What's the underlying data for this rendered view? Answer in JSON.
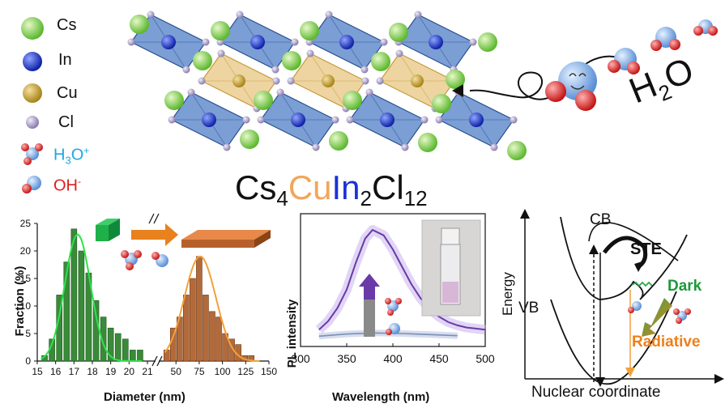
{
  "legend": [
    {
      "label": "Cs",
      "color": "#7ccf4b"
    },
    {
      "label": "In",
      "color": "#1f3fd9"
    },
    {
      "label": "Cu",
      "color": "#c9a232"
    },
    {
      "label": "Cl",
      "color": "#a89bc4"
    }
  ],
  "ions": {
    "h3o_main": "H",
    "h3o_sub": "3",
    "h3o_tail": "O",
    "h3o_sup": "+",
    "h3o_color": "#1ea7e0",
    "oh_main": "OH",
    "oh_sup": "-",
    "oh_color": "#e01d1d"
  },
  "water": {
    "main": "H",
    "sub": "2",
    "tail": "O"
  },
  "formula": {
    "cs": "Cs",
    "cs_n": "4",
    "cu": "Cu",
    "in": "In",
    "in_n": "2",
    "cl": "Cl",
    "cl_n": "12",
    "cu_color": "#f2a65a",
    "in_color": "#1a32d6"
  },
  "chart_data": [
    {
      "type": "bar",
      "panel": "size distribution",
      "xlabel": "Diameter (nm)",
      "ylabel": "Fraction (%)",
      "ylim": [
        0,
        25
      ],
      "yticks": [
        "0",
        "5",
        "10",
        "15",
        "20",
        "25"
      ],
      "series": [
        {
          "color": "#3a8a3a",
          "xticks": [
            "15",
            "16",
            "17",
            "18",
            "19",
            "20",
            "21"
          ],
          "x": [
            15.4,
            15.8,
            16.2,
            16.6,
            17.0,
            17.4,
            17.8,
            18.2,
            18.6,
            19.0,
            19.4,
            19.8,
            20.2,
            20.6
          ],
          "values": [
            1,
            4,
            12,
            18,
            24,
            20,
            16,
            11,
            8,
            6,
            5,
            4,
            2,
            2
          ]
        },
        {
          "color": "#b36a3a",
          "xticks": [
            "50",
            "75",
            "100",
            "125",
            "150"
          ],
          "x": [
            40,
            47,
            54,
            61,
            68,
            75,
            82,
            89,
            96,
            103,
            110,
            117,
            124,
            131
          ],
          "values": [
            2,
            6,
            8,
            12,
            15,
            19,
            12,
            9,
            8,
            5,
            4,
            3,
            1,
            1
          ]
        }
      ]
    },
    {
      "type": "line",
      "panel": "photoluminescence",
      "xlabel": "Wavelength (nm)",
      "ylabel": "PL intensity",
      "xlim": [
        300,
        500
      ],
      "xticks": [
        "300",
        "350",
        "400",
        "450",
        "500"
      ],
      "series": [
        {
          "color": "#6a3aa8",
          "x": [
            320,
            330,
            340,
            350,
            360,
            370,
            378,
            390,
            400,
            410,
            420,
            430,
            440,
            450,
            460,
            470,
            480,
            490,
            500
          ],
          "values": [
            0.08,
            0.16,
            0.28,
            0.45,
            0.7,
            0.92,
            1.0,
            0.95,
            0.82,
            0.66,
            0.5,
            0.37,
            0.27,
            0.2,
            0.15,
            0.12,
            0.1,
            0.09,
            0.08
          ]
        },
        {
          "color": "#7a8fb8",
          "x": [
            320,
            350,
            380,
            410,
            440,
            470
          ],
          "values": [
            0.02,
            0.04,
            0.05,
            0.045,
            0.035,
            0.025
          ]
        }
      ]
    }
  ],
  "energy_diagram": {
    "ylabel": "Energy",
    "xlabel": "Nuclear coordinate",
    "cb": "CB",
    "vb": "VB",
    "ste": "STE",
    "dark": "Dark",
    "radiative": "Radiative",
    "dark_color": "#1a9a3a",
    "radiative_color": "#ee7f1a"
  }
}
